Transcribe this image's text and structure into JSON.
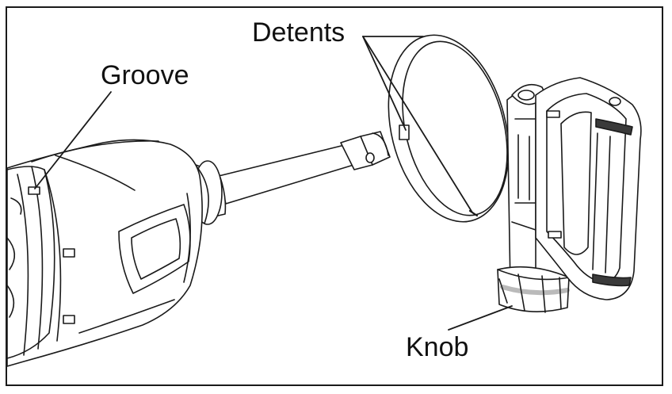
{
  "labels": {
    "groove": "Groove",
    "detents": "Detents",
    "knob": "Knob"
  },
  "colors": {
    "line": "#1a1a1a",
    "body_fill": "#ffffff",
    "shade": "#d9d9d9",
    "dark": "#3a3a3a"
  }
}
